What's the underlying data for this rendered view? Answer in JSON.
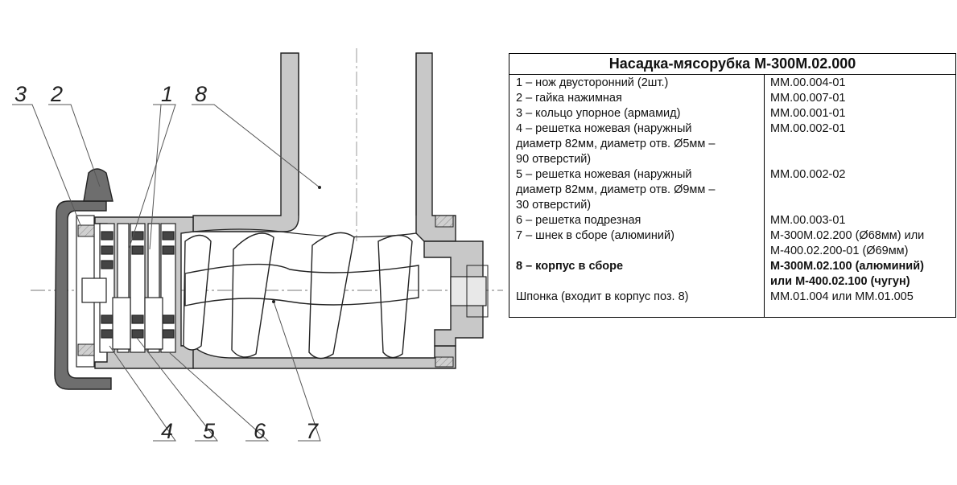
{
  "callouts": {
    "n1": "1",
    "n2": "2",
    "n3": "3",
    "n4": "4",
    "n5": "5",
    "n6": "6",
    "n7": "7",
    "n8": "8"
  },
  "table": {
    "title": "Насадка-мясорубка М-300М.02.000",
    "rows": [
      {
        "desc": "1 –  нож двусторонний (2шт.)",
        "code": "ММ.00.004-01"
      },
      {
        "desc": "2 – гайка нажимная",
        "code": "ММ.00.007-01"
      },
      {
        "desc": "3 –  кольцо упорное (армамид)",
        "code": "ММ.00.001-01"
      },
      {
        "desc_lines": [
          "4 – решетка ножевая (наружный",
          "диаметр 82мм,  диаметр отв. Ø5мм –",
          "90 отверстий)"
        ],
        "code": "ММ.00.002-01"
      },
      {
        "desc_lines": [
          "5 –  решетка ножевая (наружный",
          "диаметр 82мм,  диаметр отв. Ø9мм –",
          "30 отверстий)"
        ],
        "code": "ММ.00.002-02"
      },
      {
        "desc": "6 – решетка подрезная",
        "code": "ММ.00.003-01"
      },
      {
        "desc": "7 – шнек в сборе (алюминий)",
        "code_lines": [
          "М-300М.02.200 (Ø68мм) или",
          "М-400.02.200-01 (Ø69мм)"
        ]
      },
      {
        "desc": "8 – корпус в сборе",
        "code_lines": [
          "М-300М.02.100 (алюминий)",
          "или М-400.02.100 (чугун)"
        ],
        "bold": true
      },
      {
        "desc": "Шпонка (входит в корпус поз. 8)",
        "code": "ММ.01.004 или ММ.01.005"
      }
    ]
  },
  "colors": {
    "body_fill": "#c8c8c8",
    "dark_fill": "#6e6e6e",
    "line": "#222222"
  }
}
